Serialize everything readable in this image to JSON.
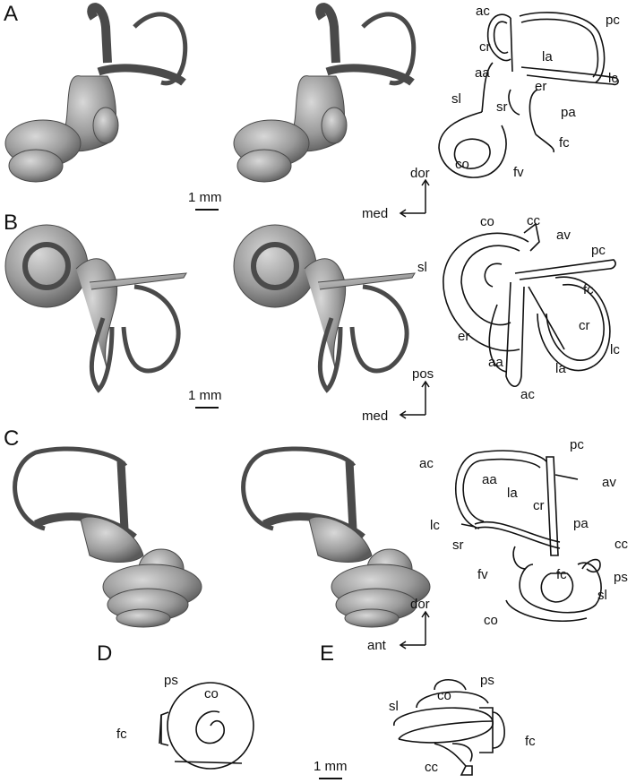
{
  "panels": {
    "A": {
      "letter": "A",
      "scale": "1 mm",
      "labels": {
        "ac": "ac",
        "pc": "pc",
        "cr": "cr",
        "la": "la",
        "aa": "aa",
        "er": "er",
        "lc": "lc",
        "sl": "sl",
        "sr": "sr",
        "pa": "pa",
        "fc": "fc",
        "co": "co",
        "fv": "fv"
      },
      "axes": {
        "up": "dor",
        "left": "med"
      }
    },
    "B": {
      "letter": "B",
      "scale": "1 mm",
      "labels": {
        "co": "co",
        "cc": "cc",
        "av": "av",
        "pc": "pc",
        "sl": "sl",
        "fc": "fc",
        "cr": "cr",
        "er": "er",
        "lc": "lc",
        "aa": "aa",
        "la": "la",
        "ac": "ac"
      },
      "axes": {
        "up": "pos",
        "left": "med"
      }
    },
    "C": {
      "letter": "C",
      "labels": {
        "ac": "ac",
        "pc": "pc",
        "aa": "aa",
        "av": "av",
        "la": "la",
        "cr": "cr",
        "lc": "lc",
        "pa": "pa",
        "sr": "sr",
        "cc": "cc",
        "fv": "fv",
        "fc": "fc",
        "ps": "ps",
        "sl": "sl",
        "co": "co"
      },
      "axes": {
        "up": "dor",
        "left": "ant"
      }
    },
    "D": {
      "letter": "D",
      "labels": {
        "ps": "ps",
        "co": "co",
        "fc": "fc"
      }
    },
    "E": {
      "letter": "E",
      "scale": "1 mm",
      "labels": {
        "co": "co",
        "ps": "ps",
        "sl": "sl",
        "fc": "fc",
        "cc": "cc"
      }
    }
  },
  "colors": {
    "ink": "#111111",
    "render_fill": "#9a9a9a",
    "render_dark": "#5e5e5e"
  }
}
